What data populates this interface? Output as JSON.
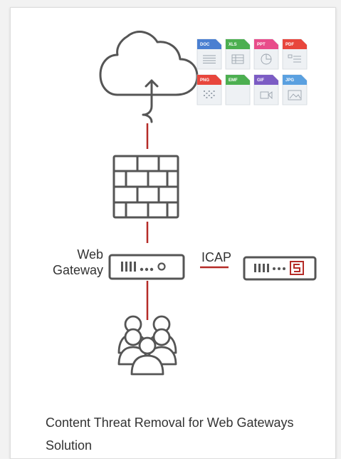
{
  "diagram": {
    "web_gateway_label_line1": "Web",
    "web_gateway_label_line2": "Gateway",
    "icap_label": "ICAP",
    "files": [
      {
        "label": "DOC",
        "color": "#4a7fd1"
      },
      {
        "label": "XLS",
        "color": "#4caf50"
      },
      {
        "label": "PPT",
        "color": "#e84c8a"
      },
      {
        "label": "PDF",
        "color": "#e8463c"
      },
      {
        "label": "PNG",
        "color": "#e8463c"
      },
      {
        "label": "EMF",
        "color": "#4caf50"
      },
      {
        "label": "GIF",
        "color": "#7c5cc4"
      },
      {
        "label": "JPG",
        "color": "#5aa0e0"
      }
    ],
    "accent_color": "#b52b27"
  },
  "caption": "Content Threat Removal for Web Gateways Solution"
}
